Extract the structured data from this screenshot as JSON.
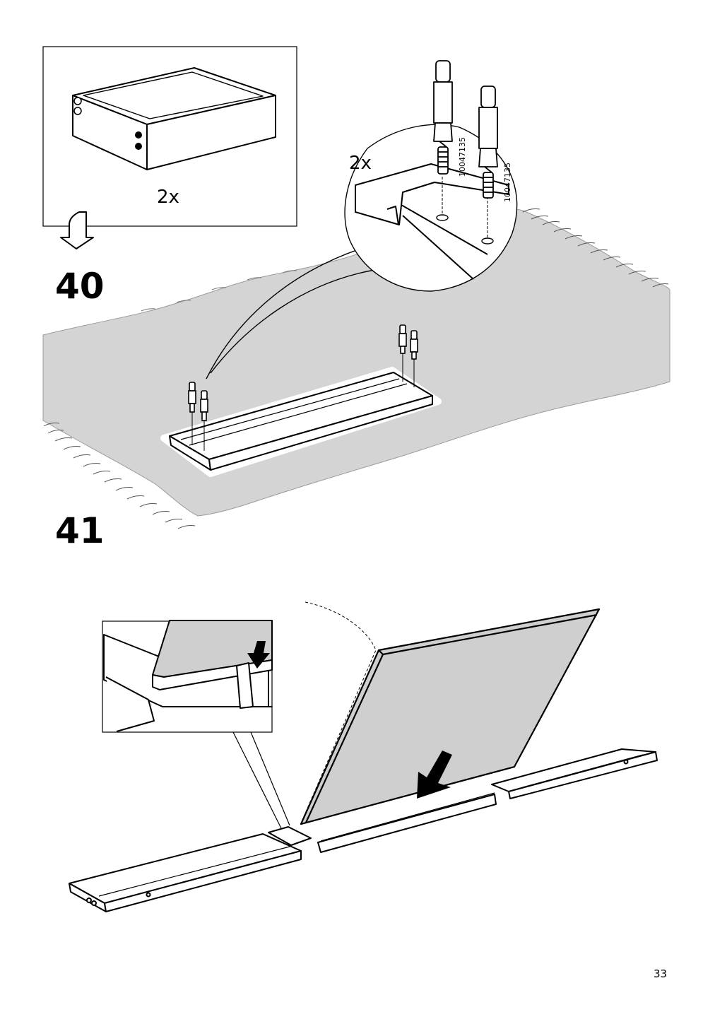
{
  "steps": {
    "step40": {
      "number": "40"
    },
    "step41": {
      "number": "41"
    }
  },
  "drawer_box": {
    "quantity": "2x"
  },
  "dowel_detail": {
    "quantity": "2x",
    "part_code_1": "10047135",
    "part_code_2": "10047135"
  },
  "footer": {
    "page_number": "33"
  },
  "colors": {
    "line": "#000000",
    "rug_fill": "#d4d4d4",
    "panel_fill": "#cfcfcf",
    "background": "#ffffff"
  }
}
